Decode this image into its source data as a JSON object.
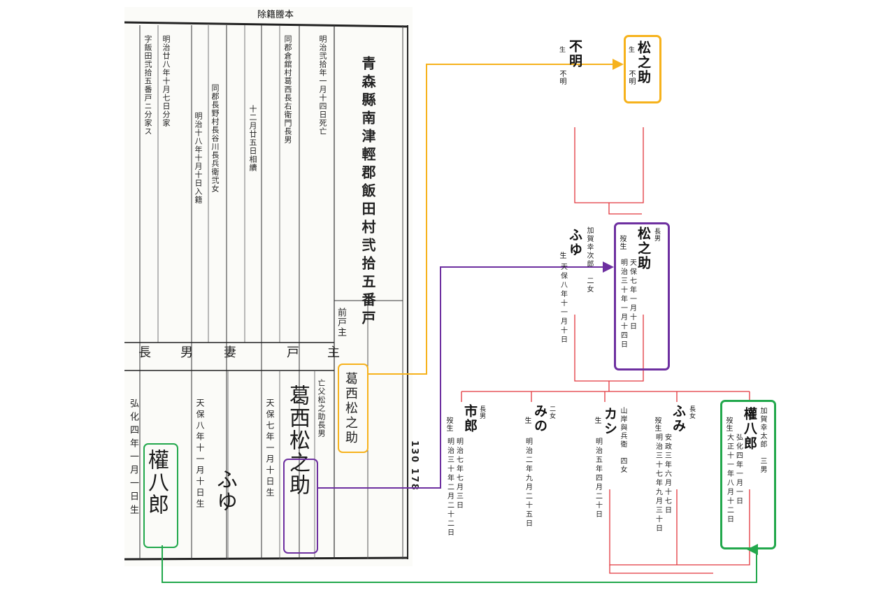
{
  "document": {
    "top_caption": "除籍謄本",
    "address": "青森縣南津輕郡飯田村弐拾五番戸",
    "page_number": "130 178",
    "head_column_header": "前戸主",
    "head_column_name": "葛西松之助",
    "col_1_text": "明治弐拾年一月十四日死亡",
    "col_2_text": "同郡倉舘村葛西長右衛門長男",
    "col_3_text": "十二月廿五日相續",
    "col_4_text": "同郡長野村長谷川長兵衛弐女",
    "col_5_text": "明治十八年十月十日入籍",
    "col_6_text": "明治廿八年十月七日分家",
    "col_7_text": "字飯田弐拾五番戸ニ分家ス",
    "col_head_note": "亡父松之助長男",
    "row_label_koshu": "戸主",
    "row_label_tsuma": "妻",
    "row_label_chonan": "長男",
    "koshu_birth": "天保七年一月十日生",
    "koshu_name": "葛西松之助",
    "tsuma_birth": "天保八年十一月十日生",
    "tsuma_name": "ふゆ",
    "chonan_birth": "弘化四年一月一日生",
    "chonan_name": "權八郎"
  },
  "tree": {
    "father_unknown": {
      "name": "不明",
      "birth_label": "生",
      "birth": "不明"
    },
    "matsunosuke_sr": {
      "name": "松之助",
      "birth_label": "生",
      "birth": "不明"
    },
    "matsunosuke": {
      "relation": "長男",
      "label": "歿生",
      "name": "松之助",
      "birth": "天保七年一月十日",
      "death": "明治三十年一月十四日"
    },
    "fuyu": {
      "parent_note": "加賀幸次郎　二女",
      "name": "ふゆ",
      "label": "生",
      "birth": "天保八年十一月十日"
    },
    "gonhachiro": {
      "parent_note": "加賀幸太郎　三男",
      "label": "歿生",
      "name": "權八郎",
      "birth": "弘化四年一月一日",
      "death": "大正十一年八月十二日"
    },
    "fumi": {
      "relation": "長女",
      "label": "歿生",
      "name": "ふみ",
      "birth": "安政三年六月十七日",
      "death": "明治三十七年九月三十日"
    },
    "kashi": {
      "parent_note": "山岸與兵衛　四女",
      "label": "生",
      "name": "カシ",
      "birth": "明治五年四月二十日"
    },
    "mino": {
      "relation": "二女",
      "label": "生",
      "name": "みの",
      "birth": "明治二年九月二十五日"
    },
    "ichiro": {
      "relation": "長男",
      "label": "歿生",
      "name": "市郎",
      "birth": "明治七年七月三日",
      "death": "明治三十年二月二十二日"
    }
  },
  "colors": {
    "tree_line": "#e2363c",
    "orange": "#f6b21c",
    "purple": "#6d2fa0",
    "green": "#22a84c"
  }
}
